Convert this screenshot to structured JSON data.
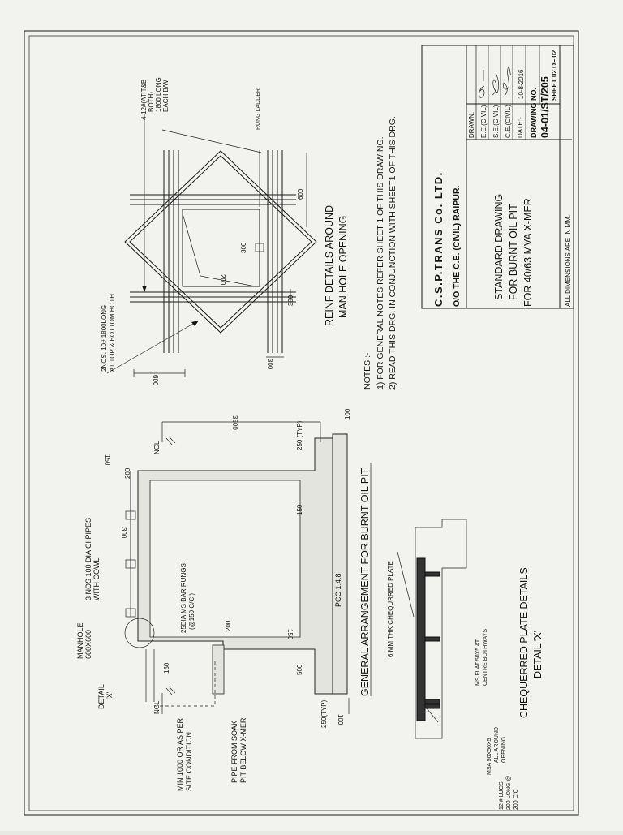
{
  "title_block": {
    "company": "C.S.P.TRANS Co. LTD.",
    "office": "O/O THE C.E. (CIVIL) RAIPUR.",
    "drawing_title": [
      "STANDARD DRAWING",
      "FOR BURNT OIL PIT",
      "FOR 40/63 MVA X-MER"
    ],
    "dimensions_note": "ALL DIMENSIONS ARE IN MM.",
    "rows": [
      {
        "label": "DRAWN.",
        "value": ""
      },
      {
        "label": "E.E.(CIVIL)",
        "value": ""
      },
      {
        "label": "S.E.(CIVIL)",
        "value": ""
      },
      {
        "label": "C.E.(CIVIL)",
        "value": ""
      },
      {
        "label": "DATE:-",
        "value": "10-8-2016"
      }
    ],
    "drawing_no_label": "DRAWING NO.",
    "drawing_no": "04-01/ST/205",
    "sheet": "SHEET 02 OF 02"
  },
  "notes": {
    "heading": "NOTES :-",
    "items": [
      "1)  FOR GENERAL NOTES REFER SHEET 1 OF THIS DRAWING.",
      "2)  READ THIS DRG. IN CONJUNCTION WITH SHEET1 OF THIS DRG."
    ]
  },
  "reinf": {
    "title": [
      "REINF DETAILS AROUND",
      "MAN HOLE  OPENING"
    ],
    "bars_left": [
      "2NOS. 10# 1800LONG",
      "AT TOP & BOTTOM BOTH"
    ],
    "bars_right": [
      "4-12#(AT T&B",
      "BOTH)",
      "1800 LONG",
      "EACH B/W"
    ],
    "ladder": "RUNG LADDER",
    "dims": {
      "d600a": "600",
      "d600b": "600",
      "d300a": "300",
      "d300b": "300",
      "d300c": "300",
      "d200": "200"
    }
  },
  "general": {
    "title": "GENERAL ARRANGEMENT FOR BURNT OIL PIT",
    "labels": {
      "manhole": [
        "MANHOLE",
        "600X600"
      ],
      "pipes": [
        "3 NOS 100 DIA CI PIPES",
        "WITH COWL"
      ],
      "rungs": [
        "25DIA MS BAR RUNGS",
        "(@150 C/C )"
      ],
      "detail": [
        "DETAIL",
        "'X'"
      ],
      "min_depth": [
        "MIN 1000 OR AS PER",
        "SITE CONDITION"
      ],
      "pipe_soak": [
        "PIPE FROM SOAK",
        "PIT BELOW X-MER"
      ],
      "pcc": "PCC 1:4:8",
      "ngl": "NGL"
    },
    "dims": {
      "d150top": "150",
      "d200top": "200",
      "d300top": "300",
      "d3500": "3500",
      "d250typ_r": "250 (TYP)",
      "d100_r": "100",
      "d150_mid": "150",
      "d200_bot": "200",
      "d150_left": "150",
      "d150_wall": "150",
      "d500": "500",
      "d250typ_l": "250(TYP)",
      "d100_l": "100"
    }
  },
  "chequered": {
    "title": [
      "CHEQUERRED PLATE DETAILS",
      "DETAIL 'X'"
    ],
    "plate": "6 MM  THK CHEQURRED PLATE",
    "flat": [
      "MS FLAT 50X5 AT",
      "CENTRE BOTHWAYS"
    ],
    "angle": [
      "MSA 50X50X5",
      "ALL AROUND",
      "OPENING"
    ],
    "lugs": [
      "12 # LUGS",
      "200 LONG @",
      "200 C/C"
    ]
  }
}
